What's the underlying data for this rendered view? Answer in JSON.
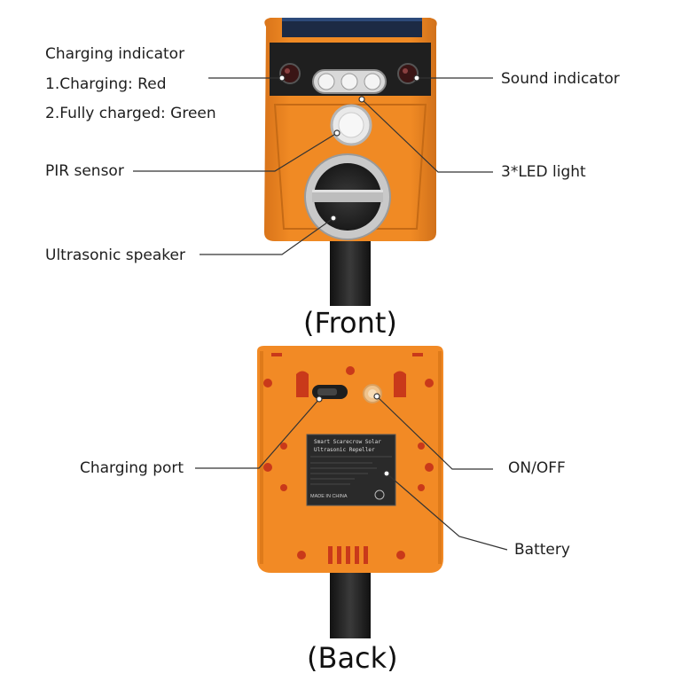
{
  "front": {
    "caption": "(Front)",
    "labels": {
      "charging_indicator_title": "Charging indicator",
      "charging_red": "1.Charging: Red",
      "charging_green": "2.Fully charged: Green",
      "pir_sensor": "PIR sensor",
      "ultrasonic_speaker": "Ultrasonic speaker",
      "sound_indicator": "Sound indicator",
      "led_light": "3*LED light"
    }
  },
  "back": {
    "caption": "(Back)",
    "labels": {
      "charging_port": "Charging port",
      "on_off": "ON/OFF",
      "battery": "Battery"
    },
    "plate": {
      "title_line1": "Smart Scarecrow Solar",
      "title_line2": "Ultrasonic Repeller",
      "made_in": "MADE IN CHINA"
    }
  },
  "colors": {
    "device_orange": "#f08a24",
    "device_dark": "#1f1f1f",
    "line": "#333333"
  }
}
